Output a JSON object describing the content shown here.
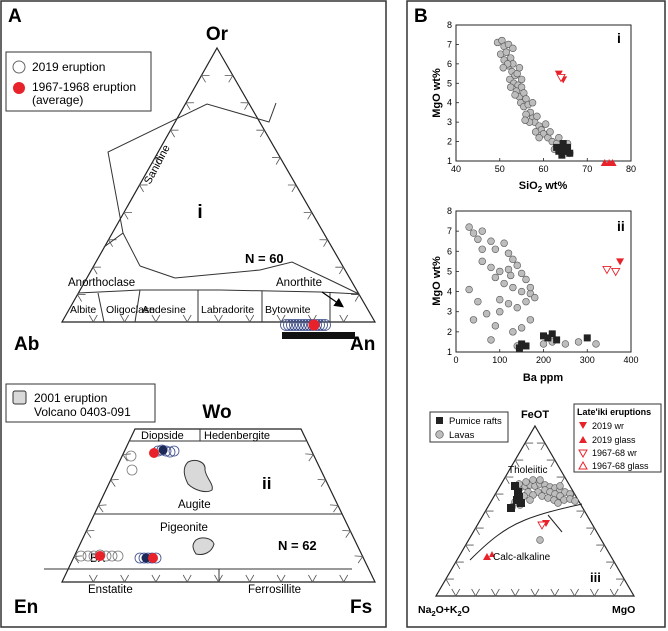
{
  "panel_labels": {
    "a": "A",
    "b": "B"
  },
  "panelA": {
    "feldspar": {
      "vertex_or": "Or",
      "vertex_ab": "Ab",
      "vertex_an": "An",
      "roman": "i",
      "n_label": "N = 60",
      "fields": {
        "sanidine": "Sanidine",
        "anorthoclase": "Anorthoclase",
        "anorthite": "Anorthite",
        "albite": "Albite",
        "oligoclase": "Oligoclase",
        "andesine": "Andesine",
        "labradorite": "Labradorite",
        "bytownite": "Bytownite"
      },
      "legend": {
        "item1": "2019 eruption",
        "item2_line1": "1967-1968 eruption",
        "item2_line2": "(average)"
      }
    },
    "pyroxene": {
      "vertex_wo": "Wo",
      "vertex_en": "En",
      "vertex_fs": "Fs",
      "roman": "ii",
      "n_label": "N = 62",
      "fields": {
        "diopside": "Diopside",
        "hedenbergite": "Hedenbergite",
        "augite": "Augite",
        "pigeonite": "Pigeonite",
        "bx": "BX",
        "enstatite": "Enstatite",
        "ferrosillite": "Ferrosillite"
      },
      "legend": {
        "line1": "2001 eruption",
        "line2": "Volcano 0403-091"
      }
    }
  },
  "panelB": {
    "plot_i": {
      "roman": "i",
      "ylabel": "MgO wt%",
      "xlabel_pre": "SiO",
      "xlabel_sub": "2",
      "xlabel_post": " wt%",
      "xticks": [
        "40",
        "50",
        "60",
        "70",
        "80"
      ],
      "yticks": [
        "1",
        "2",
        "3",
        "4",
        "5",
        "6",
        "7",
        "8"
      ]
    },
    "plot_ii": {
      "roman": "ii",
      "ylabel": "MgO wt%",
      "xlabel": "Ba ppm",
      "xticks": [
        "0",
        "100",
        "200",
        "300",
        "400"
      ],
      "yticks": [
        "1",
        "2",
        "3",
        "4",
        "5",
        "6",
        "7",
        "8"
      ]
    },
    "ternary": {
      "roman": "iii",
      "vertex_top": "FeOT",
      "vertex_left_pre": "Na",
      "vertex_left_sub1": "2",
      "vertex_left_mid": "O+K",
      "vertex_left_sub2": "2",
      "vertex_left_post": "O",
      "vertex_right": "MgO",
      "tholeiitic": "Tholeiitic",
      "calc_alkaline": "Calc-alkaline",
      "legend1": {
        "pumice": "Pumice rafts",
        "lavas": "Lavas"
      },
      "legend2": {
        "title": "Late'iki eruptions",
        "wr2019": "2019 wr",
        "glass2019": "2019 glass",
        "wr1967": "1967-68 wr",
        "glass1967": "1967-68 glass"
      }
    }
  },
  "colors": {
    "red": "#e8222b",
    "gray": "#bdbdbd",
    "black": "#222222",
    "blue_ring": "#3a4a8a"
  },
  "chart_data": [
    {
      "type": "scatter",
      "title": "i",
      "xlabel": "SiO2 wt%",
      "ylabel": "MgO wt%",
      "xlim": [
        40,
        80
      ],
      "ylim": [
        1,
        8
      ],
      "series": [
        {
          "name": "Lavas",
          "points": [
            [
              49.5,
              7.1
            ],
            [
              50.5,
              7.2
            ],
            [
              51,
              6.9
            ],
            [
              50.2,
              6.5
            ],
            [
              51.5,
              6.6
            ],
            [
              52,
              7.0
            ],
            [
              51,
              6.2
            ],
            [
              52.5,
              6.3
            ],
            [
              52,
              5.9
            ],
            [
              53,
              6.0
            ],
            [
              52.8,
              5.6
            ],
            [
              53.5,
              5.4
            ],
            [
              52.3,
              5.2
            ],
            [
              54,
              5.5
            ],
            [
              53.2,
              5.0
            ],
            [
              54.2,
              4.9
            ],
            [
              53.8,
              4.6
            ],
            [
              55,
              4.8
            ],
            [
              54.5,
              4.3
            ],
            [
              55.5,
              4.5
            ],
            [
              54.8,
              4.0
            ],
            [
              56,
              4.2
            ],
            [
              55.5,
              3.8
            ],
            [
              56.5,
              3.9
            ],
            [
              57,
              3.5
            ],
            [
              56,
              3.4
            ],
            [
              57.5,
              3.2
            ],
            [
              58,
              3.0
            ],
            [
              58.5,
              3.3
            ],
            [
              59,
              2.8
            ],
            [
              59.5,
              2.6
            ],
            [
              60,
              2.4
            ],
            [
              61,
              2.2
            ],
            [
              61.5,
              2.5
            ],
            [
              62,
              2.0
            ],
            [
              63,
              1.9
            ],
            [
              64,
              1.7
            ],
            [
              65,
              1.5
            ],
            [
              66,
              1.4
            ],
            [
              60.5,
              2.9
            ],
            [
              55,
              5.2
            ],
            [
              53,
              6.8
            ],
            [
              51.8,
              6.0
            ],
            [
              56.8,
              3.0
            ],
            [
              58.2,
              2.5
            ],
            [
              62.5,
              1.6
            ],
            [
              54.5,
              5.8
            ],
            [
              53.5,
              4.4
            ],
            [
              57.5,
              4.0
            ],
            [
              52.5,
              4.8
            ],
            [
              55.8,
              3.1
            ],
            [
              59,
              2.2
            ],
            [
              50.8,
              5.8
            ],
            [
              63.5,
              2.2
            ],
            [
              65.5,
              1.9
            ]
          ]
        },
        {
          "name": "Pumice rafts",
          "points": [
            [
              63,
              1.7
            ],
            [
              64,
              1.6
            ],
            [
              64.5,
              1.9
            ],
            [
              65,
              1.5
            ],
            [
              65.5,
              1.7
            ],
            [
              66,
              1.4
            ],
            [
              64.2,
              1.3
            ],
            [
              63.5,
              1.5
            ]
          ]
        },
        {
          "name": "2019 wr",
          "points": [
            [
              63.5,
              5.5
            ],
            [
              64.5,
              5.2
            ]
          ]
        },
        {
          "name": "1967-68 wr",
          "points": [
            [
              64,
              5.3
            ]
          ]
        },
        {
          "name": "2019 glass",
          "points": [
            [
              74,
              0.9
            ],
            [
              75,
              0.9
            ],
            [
              75.8,
              0.9
            ]
          ]
        }
      ]
    },
    {
      "type": "scatter",
      "title": "ii",
      "xlabel": "Ba ppm",
      "ylabel": "MgO wt%",
      "xlim": [
        0,
        400
      ],
      "ylim": [
        1,
        8
      ],
      "series": [
        {
          "name": "Lavas",
          "points": [
            [
              30,
              7.2
            ],
            [
              40,
              6.9
            ],
            [
              50,
              6.6
            ],
            [
              60,
              7.0
            ],
            [
              80,
              6.5
            ],
            [
              90,
              6.1
            ],
            [
              110,
              6.4
            ],
            [
              120,
              5.9
            ],
            [
              130,
              5.6
            ],
            [
              60,
              5.5
            ],
            [
              80,
              5.2
            ],
            [
              100,
              5.0
            ],
            [
              120,
              5.1
            ],
            [
              140,
              5.3
            ],
            [
              150,
              4.9
            ],
            [
              160,
              4.6
            ],
            [
              90,
              4.7
            ],
            [
              110,
              4.4
            ],
            [
              130,
              4.2
            ],
            [
              150,
              4.0
            ],
            [
              170,
              3.9
            ],
            [
              100,
              3.6
            ],
            [
              120,
              3.4
            ],
            [
              140,
              3.2
            ],
            [
              160,
              3.5
            ],
            [
              180,
              3.7
            ],
            [
              30,
              4.1
            ],
            [
              50,
              3.5
            ],
            [
              70,
              2.9
            ],
            [
              40,
              2.6
            ],
            [
              90,
              2.3
            ],
            [
              130,
              2.0
            ],
            [
              150,
              2.2
            ],
            [
              170,
              2.6
            ],
            [
              80,
              1.6
            ],
            [
              200,
              1.4
            ],
            [
              220,
              1.5
            ],
            [
              250,
              1.4
            ],
            [
              280,
              1.5
            ],
            [
              320,
              1.4
            ],
            [
              140,
              1.3
            ],
            [
              100,
              3.0
            ],
            [
              60,
              6.1
            ],
            [
              170,
              4.2
            ],
            [
              125,
              4.8
            ]
          ]
        },
        {
          "name": "Pumice rafts",
          "points": [
            [
              145,
              1.2
            ],
            [
              150,
              1.4
            ],
            [
              160,
              1.3
            ],
            [
              200,
              1.8
            ],
            [
              210,
              1.7
            ],
            [
              220,
              1.9
            ],
            [
              230,
              1.6
            ],
            [
              300,
              1.7
            ]
          ]
        },
        {
          "name": "2019 wr",
          "points": [
            [
              375,
              5.5
            ]
          ]
        },
        {
          "name": "1967-68 wr",
          "points": [
            [
              345,
              5.1
            ],
            [
              365,
              5.0
            ]
          ]
        }
      ]
    }
  ]
}
